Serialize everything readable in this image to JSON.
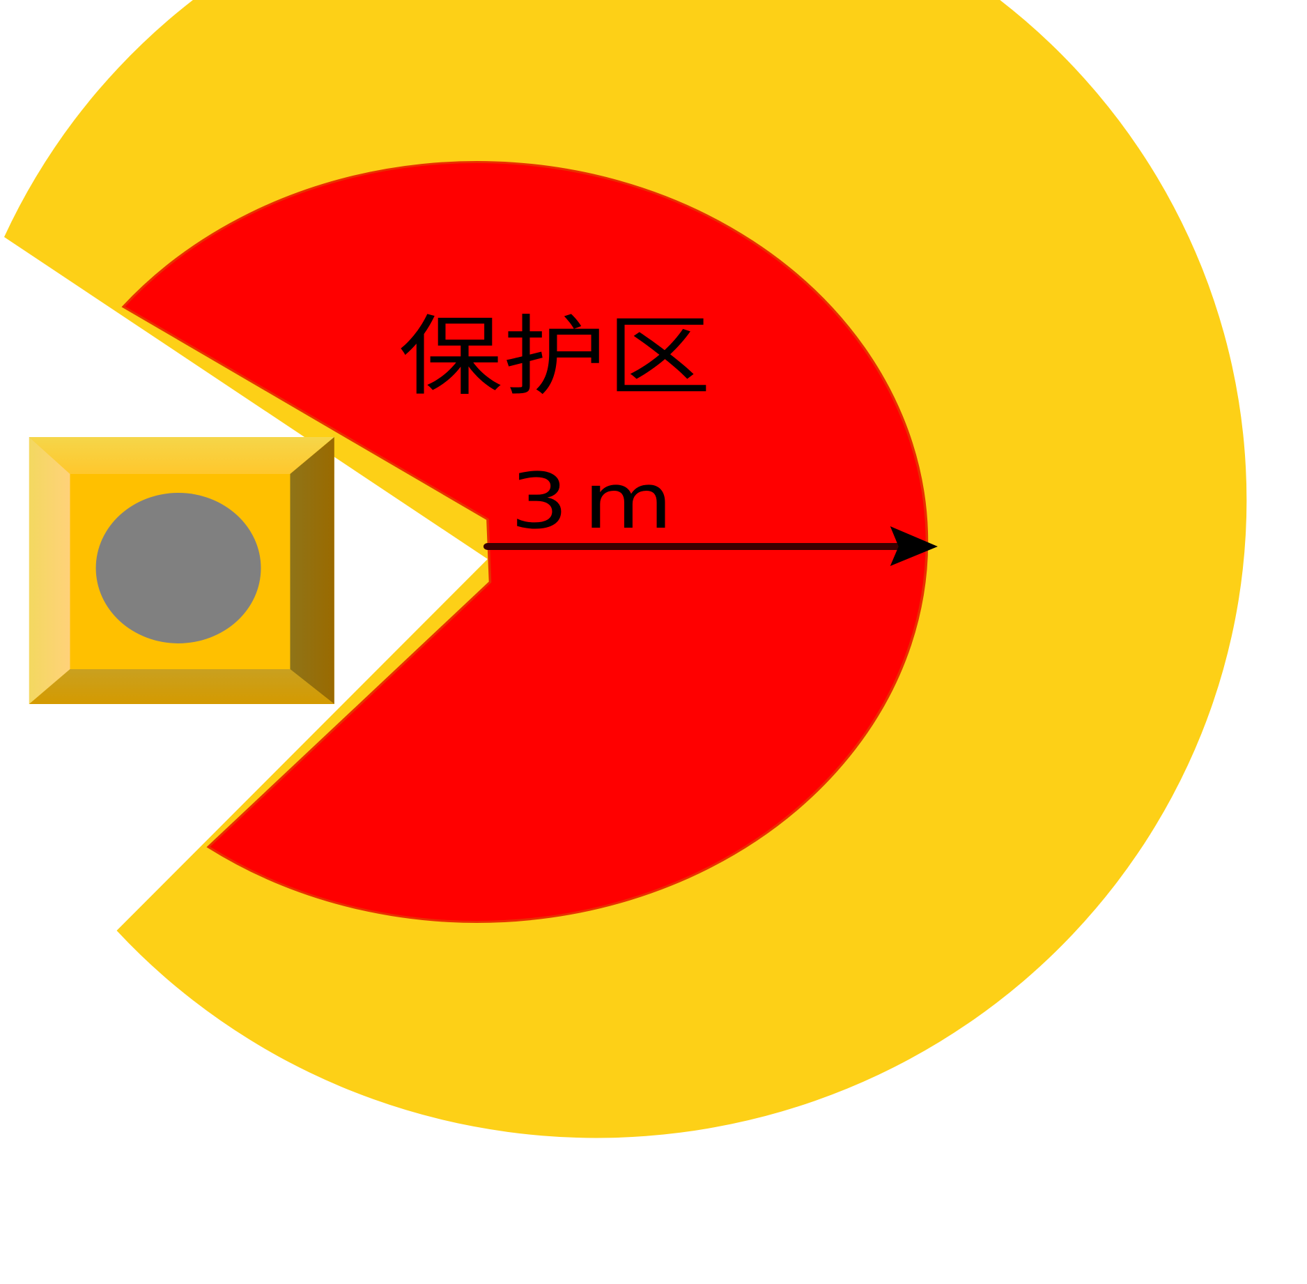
{
  "diagram": {
    "title": "保护区",
    "radius_label": "3m",
    "colors": {
      "outer_zone": "#FDD017",
      "protection_zone": "#FF0000",
      "device_face": "#FFC000",
      "device_center": "#808080",
      "arrow": "#000000",
      "background": "#FFFFFF"
    },
    "elements": {
      "outer_zone": "yellow outer ring sector",
      "protection_zone": "red inner sector (protection zone)",
      "device": "square device with gray circular sensor",
      "radius_arrow": "arrow indicating 3 m radius"
    }
  }
}
